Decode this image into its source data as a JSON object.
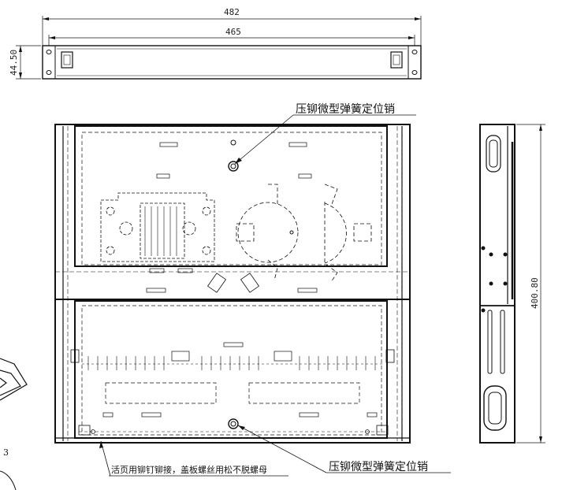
{
  "dimensions": {
    "overall_width": "482",
    "inner_width": "465",
    "height": "44.50",
    "depth": "400.80"
  },
  "annotations": {
    "pin_top": "压铆微型弹簧定位销",
    "pin_bottom": "压铆微型弹簧定位销",
    "hinge_note": "活页用铆钉铆接，盖板螺丝用松不脱螺母"
  },
  "misc": {
    "corner_number": "3"
  }
}
